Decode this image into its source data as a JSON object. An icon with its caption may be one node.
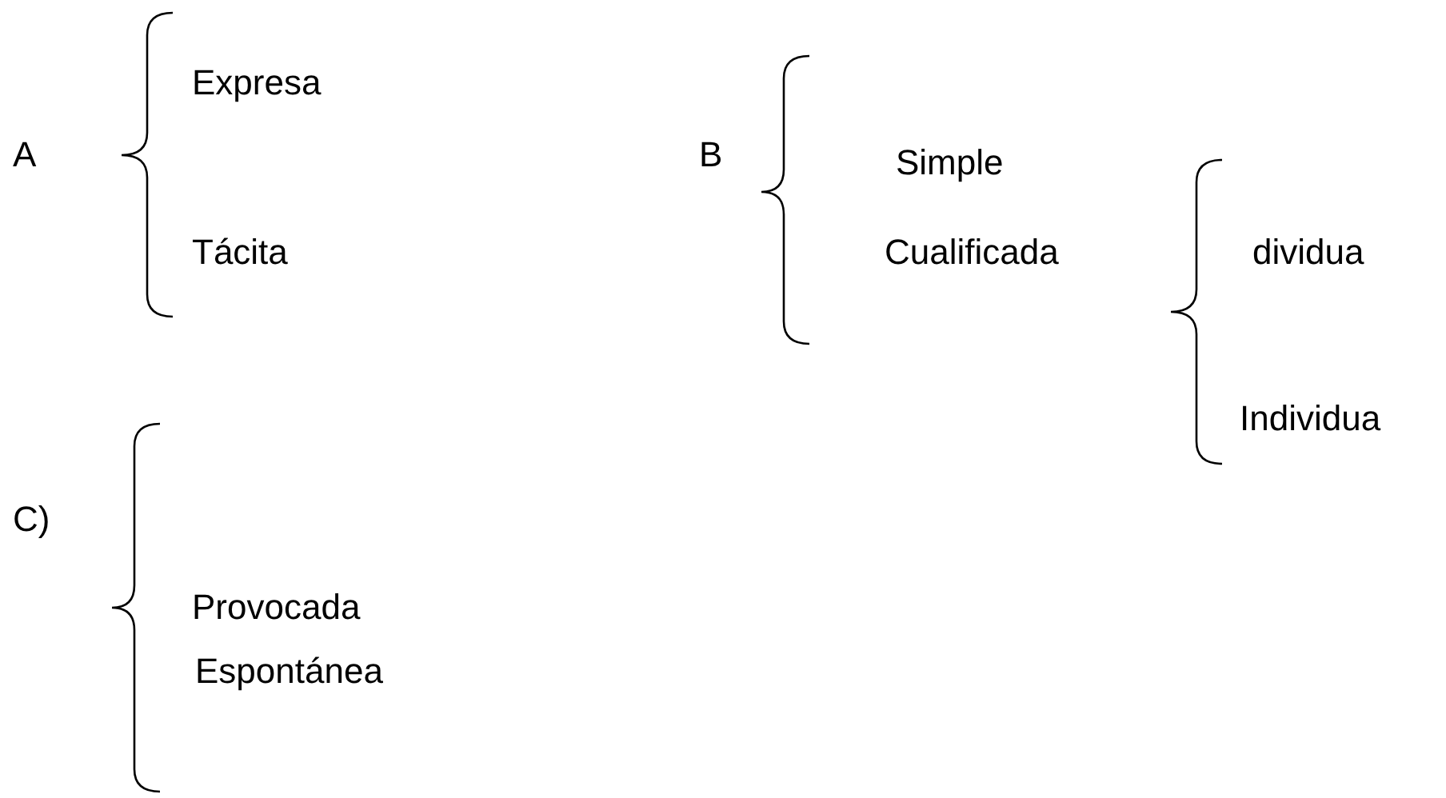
{
  "diagram": {
    "labels": [
      "A",
      "Expresa",
      "Tácita",
      "B",
      "Simple",
      "Cualificada",
      "dividua",
      "Individua",
      "C)",
      "Provocada",
      "Espontánea"
    ]
  }
}
